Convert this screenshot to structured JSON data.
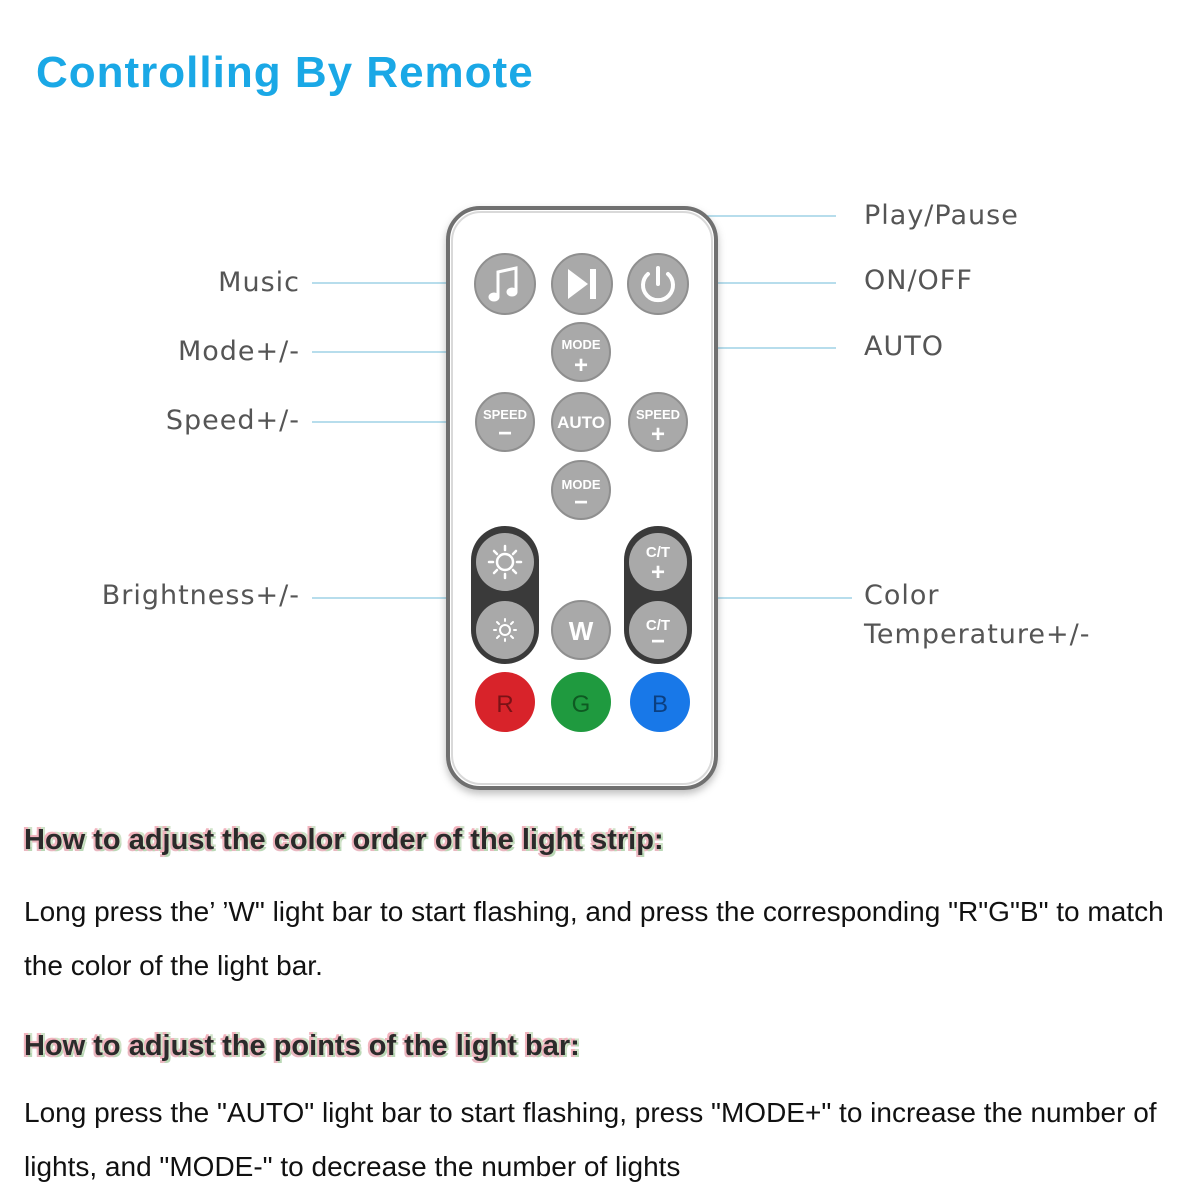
{
  "title": "Controlling By Remote",
  "callouts": {
    "play_pause": "Play/Pause",
    "on_off": "ON/OFF",
    "auto": "AUTO",
    "music": "Music",
    "mode": "Mode+/-",
    "speed": "Speed+/-",
    "brightness": "Brightness+/-",
    "color_temp_line1": "Color",
    "color_temp_line2": "Temperature+/-"
  },
  "remote": {
    "mode_label": "MODE",
    "speed_label": "SPEED",
    "auto_label": "AUTO",
    "ct_label": "C/T",
    "plus": "+",
    "minus": "−",
    "w_label": "W",
    "r_label": "R",
    "g_label": "G",
    "b_label": "B",
    "icons": [
      "music-note-icon",
      "play-pause-icon",
      "power-icon",
      "sun-large-icon",
      "sun-small-icon"
    ]
  },
  "colors": {
    "title": "#1aa8e6",
    "button_gray": "#a9a9a9",
    "red": "#d8232a",
    "green": "#1f9a3f",
    "blue": "#1878e8",
    "leader_line": "#9fd2e6"
  },
  "sections": [
    {
      "heading": "How to adjust the color order of the light strip:",
      "text": "Long press the’ ’W\" light bar to start flashing, and press the corresponding \"R\"G\"B\" to match the color of the light bar."
    },
    {
      "heading": "How to adjust the points of the light bar:",
      "text": "Long press the \"AUTO\" light bar to start flashing, press \"MODE+\" to increase the number of lights, and \"MODE-\" to decrease the number of lights"
    }
  ]
}
